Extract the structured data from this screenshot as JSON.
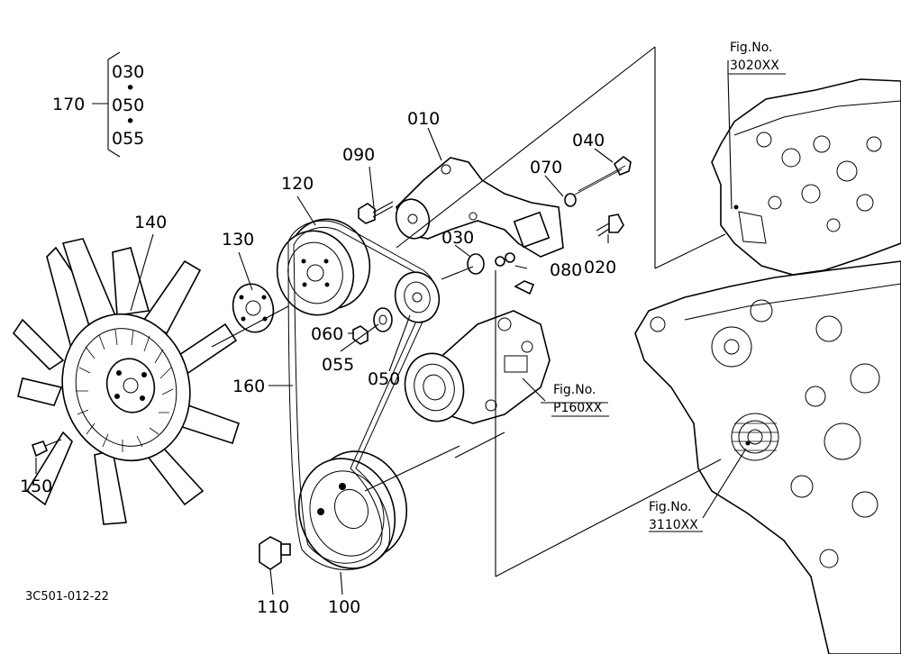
{
  "parts": {
    "p010": "010",
    "p020": "020",
    "p030": "030",
    "p040": "040",
    "p050": "050",
    "p055": "055",
    "p060": "060",
    "p070": "070",
    "p080": "080",
    "p090": "090",
    "p100": "100",
    "p110": "110",
    "p120": "120",
    "p130": "130",
    "p140": "140",
    "p150": "150",
    "p160": "160",
    "p170": "170"
  },
  "kit_170": {
    "label": "170",
    "items": [
      "030",
      "050",
      "055"
    ],
    "separator": "•"
  },
  "figure_refs": {
    "cylinder_head": {
      "title": "Fig.No.",
      "number": "3020XX"
    },
    "compressor": {
      "title": "Fig.No.",
      "number": "P160XX"
    },
    "gear_case": {
      "title": "Fig.No.",
      "number": "3110XX"
    }
  },
  "drawing_code": "3C501-012-22"
}
